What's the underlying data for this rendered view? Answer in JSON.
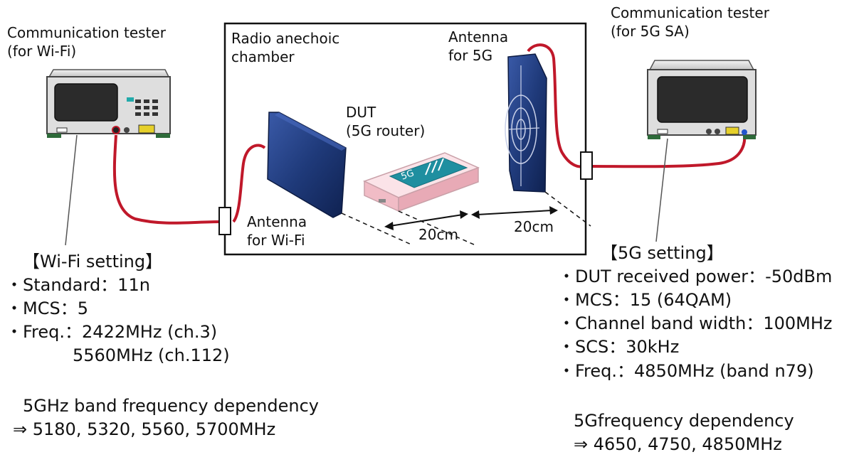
{
  "wifi_tester": {
    "line1": "Communication tester",
    "line2": "(for Wi-Fi)"
  },
  "sa_tester": {
    "line1": "Communication tester",
    "line2": "(for 5G SA)"
  },
  "chamber": {
    "line1": "Radio anechoic",
    "line2": "chamber"
  },
  "dut": {
    "line1": "DUT",
    "line2": "(5G router)",
    "screen_text": "5G"
  },
  "antenna_5g": {
    "line1": "Antenna",
    "line2": "for 5G"
  },
  "antenna_wifi": {
    "line1": "Antenna",
    "line2": "for Wi-Fi"
  },
  "distances": {
    "left": "20cm",
    "right": "20cm"
  },
  "wifi_setting": {
    "heading": "【Wi-Fi setting】",
    "items": [
      "・Standard：11n",
      "・MCS：5",
      "・Freq.：2422MHz (ch.3)",
      "5560MHz (ch.112)"
    ],
    "note1": "5GHz band frequency dependency",
    "note2": "⇒ 5180, 5320, 5560, 5700MHz"
  },
  "g5_setting": {
    "heading": "【5G setting】",
    "items": [
      "・DUT received power：-50dBm",
      "・MCS：15 (64QAM)",
      "・Channel band width：100MHz",
      "・SCS：30kHz",
      "・Freq.：4850MHz (band n79)"
    ],
    "note1": "5Gfrequency dependency",
    "note2": "⇒ 4650, 4750, 4850MHz"
  },
  "colors": {
    "cable": "#c0182a",
    "antenna": "#1f3a7a",
    "dut_body": "#f6c7cf",
    "dut_screen": "#1f8fa0",
    "tester_body": "#d9d9d9",
    "tester_screen": "#2b2b2b"
  }
}
